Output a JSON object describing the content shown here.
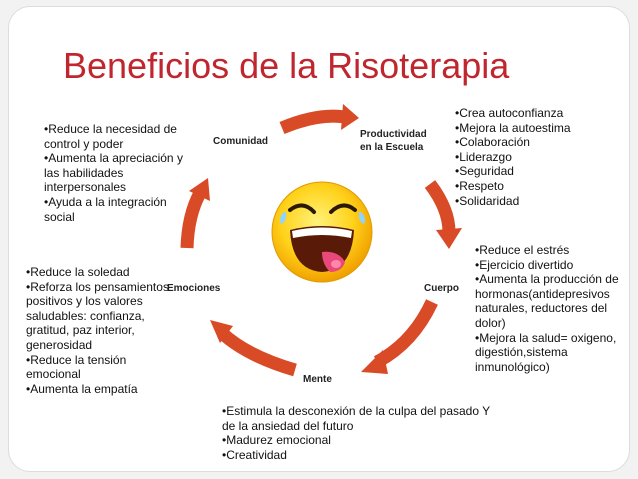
{
  "title": "Beneficios de la Risoterapia",
  "colors": {
    "title": "#c0262e",
    "arrow": "#d94a26",
    "face": "#ffd21a"
  },
  "center_icon": "laughing-face-icon",
  "nodes": {
    "comunidad": "Comunidad",
    "productividad": "Productividad en la Escuela",
    "cuerpo": "Cuerpo",
    "mente": "Mente",
    "emociones": "Emociones"
  },
  "lists": {
    "comunidad": [
      "•Reduce la necesidad de control y poder",
      "•Aumenta la apreciación y las habilidades interpersonales",
      "•Ayuda a la integración social"
    ],
    "productividad": [
      "•Crea autoconfianza",
      "•Mejora la autoestima",
      "•Colaboración",
      "•Liderazgo",
      "•Seguridad",
      "•Respeto",
      "•Solidaridad"
    ],
    "cuerpo": [
      "•Reduce el estrés",
      "•Ejercicio divertido",
      "•Aumenta la producción de hormonas(antidepresivos naturales, reductores del dolor)",
      "•Mejora la salud= oxigeno, digestión,sistema inmunológico)"
    ],
    "mente": [
      "•Estimula la desconexión de la culpa del pasado Y de la ansiedad del futuro",
      "•Madurez emocional",
      "•Creatividad"
    ],
    "emociones": [
      "•Reduce la soledad",
      "•Reforza los pensamientos positivos y los valores saludables: confianza, gratitud, paz interior, generosidad",
      "•Reduce la tensión emocional",
      "•Aumenta la empatía"
    ]
  }
}
